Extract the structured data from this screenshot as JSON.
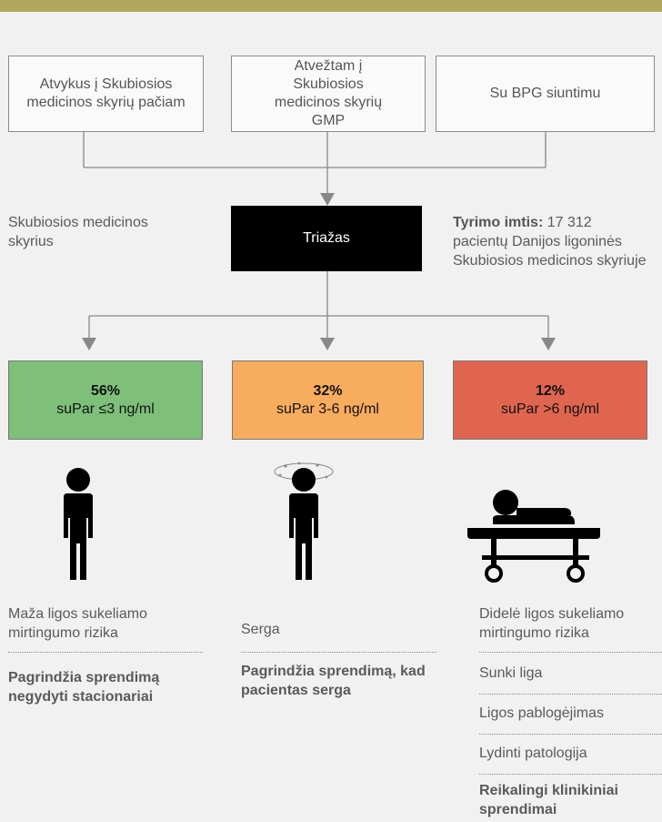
{
  "sources": [
    "Atvykus į Skubiosios medicinos skyrių pačiam",
    "Atvežtam į Skubiosios medicinos skyrių GMP",
    "Su BPG siuntimu"
  ],
  "department_label": "Skubiosios medicinos skyrius",
  "triage_label": "Triažas",
  "sample": {
    "bold": "Tyrimo imtis:",
    "text": "17 312 pacientų Danijos ligoninės Skubiosios medicinos skyriuje"
  },
  "results": [
    {
      "percent": "56%",
      "label": "suPar ≤3 ng/ml",
      "color": "#7ec07a"
    },
    {
      "percent": "32%",
      "label": "suPar 3-6 ng/ml",
      "color": "#f8ad5e"
    },
    {
      "percent": "12%",
      "label": "suPar >6 ng/ml",
      "color": "#e0654f"
    }
  ],
  "icons": [
    "person-icon",
    "dizzy-person-icon",
    "patient-stretcher-icon"
  ],
  "outcomes": {
    "low": {
      "risk": "Maža ligos sukeliamo mirtingumo rizika",
      "decision": "Pagrindžia sprendimą negydyti stacionariai"
    },
    "mid": {
      "risk": "Serga",
      "decision": "Pagrindžia sprendimą, kad pacientas serga"
    },
    "high": {
      "risk": "Didelė ligos sukeliamo mirtingumo rizika",
      "items": [
        "Sunki liga",
        "Ligos pablogėjimas",
        "Lydinti patologija"
      ],
      "decision": "Reikalingi klinikiniai sprendimai"
    }
  }
}
